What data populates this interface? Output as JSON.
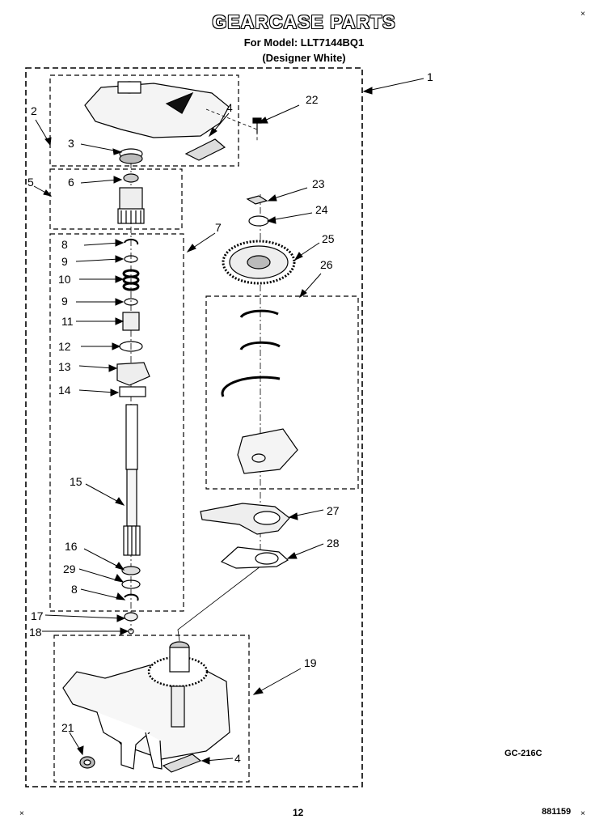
{
  "header": {
    "title": "GEARCASE PARTS",
    "model_line": "For Model: LLT7144BQ1",
    "variant_line": "(Designer White)"
  },
  "callouts": [
    {
      "label": "1"
    },
    {
      "label": "2"
    },
    {
      "label": "3"
    },
    {
      "label": "4"
    },
    {
      "label": "22"
    },
    {
      "label": "5"
    },
    {
      "label": "6"
    },
    {
      "label": "7"
    },
    {
      "label": "23"
    },
    {
      "label": "24"
    },
    {
      "label": "25"
    },
    {
      "label": "26"
    },
    {
      "label": "8"
    },
    {
      "label": "9"
    },
    {
      "label": "10"
    },
    {
      "label": "9"
    },
    {
      "label": "11"
    },
    {
      "label": "12"
    },
    {
      "label": "13"
    },
    {
      "label": "14"
    },
    {
      "label": "15"
    },
    {
      "label": "27"
    },
    {
      "label": "28"
    },
    {
      "label": "16"
    },
    {
      "label": "29"
    },
    {
      "label": "8"
    },
    {
      "label": "17"
    },
    {
      "label": "18"
    },
    {
      "label": "19"
    },
    {
      "label": "21"
    },
    {
      "label": "4"
    }
  ],
  "footer": {
    "diagram_code": "GC-216C",
    "page_number": "12",
    "doc_number": "881159"
  }
}
